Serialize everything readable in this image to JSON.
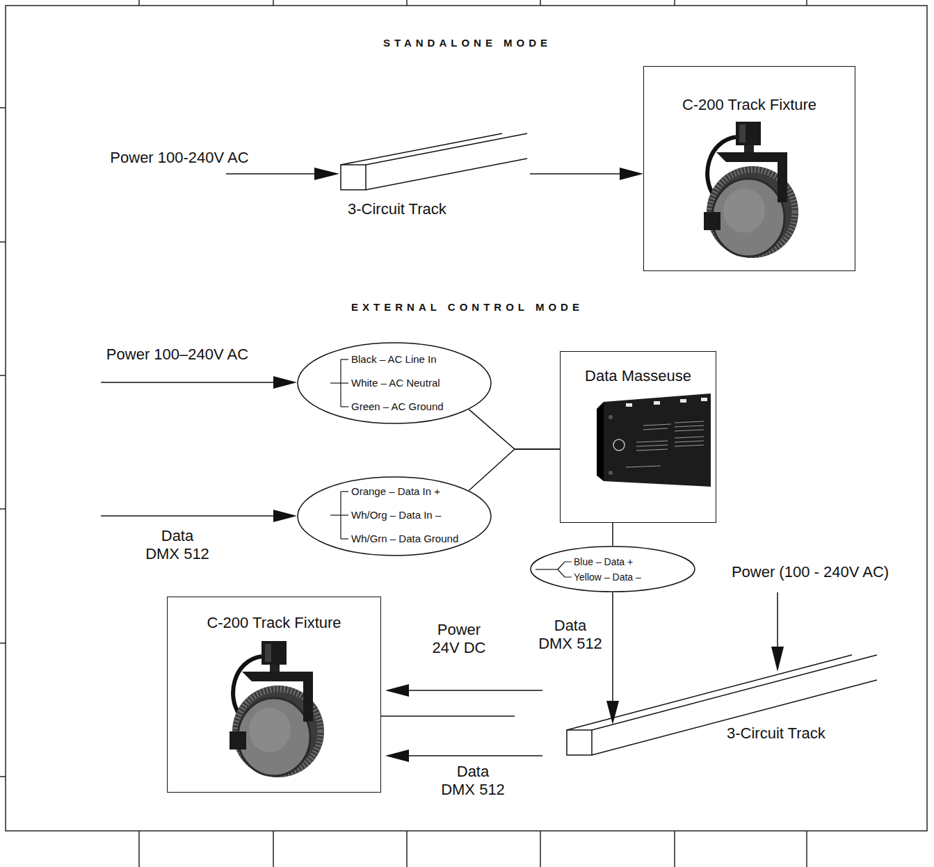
{
  "diagram": {
    "nodes": [
      {
        "text": [
          "3-Circuit Track"
        ]
      },
      {
        "text": [
          "C-200 Track Fixture"
        ]
      },
      {
        "text": [
          "Black – AC Line In",
          "White – AC Neutral",
          "Green – AC Ground"
        ]
      },
      {
        "text": [
          "Orange – Data In +",
          "Wh/Org – Data In –",
          "Wh/Grn – Data Ground"
        ]
      },
      {
        "text": [
          "Data Masseuse"
        ]
      },
      {
        "text": [
          "Blue – Data +",
          "Yellow – Data –"
        ]
      },
      {
        "text": [
          "C-200 Track Fixture"
        ]
      },
      {
        "text": [
          "3-Circuit Track"
        ]
      }
    ],
    "edges": [
      {
        "from": 0,
        "to": 1,
        "arrow": "to"
      },
      {
        "from": 2,
        "to": 4,
        "arrow": "none"
      },
      {
        "from": 3,
        "to": 4,
        "arrow": "none"
      },
      {
        "from": 4,
        "to": 5,
        "arrow": "none"
      },
      {
        "from": 5,
        "to": 7,
        "arrow": "to",
        "label": "Data DMX 512"
      },
      {
        "from": 7,
        "to": 6,
        "arrow": "to",
        "label": "Power 24V DC"
      },
      {
        "from": 7,
        "to": 6,
        "arrow": "to",
        "label": "Data DMX 512"
      }
    ],
    "labels": [
      "STANDALONE MODE",
      "Power 100-240V AC",
      "EXTERNAL CONTROL MODE",
      "Power 100–240V AC",
      "Data DMX 512",
      "Power (100 - 240V AC)"
    ]
  }
}
